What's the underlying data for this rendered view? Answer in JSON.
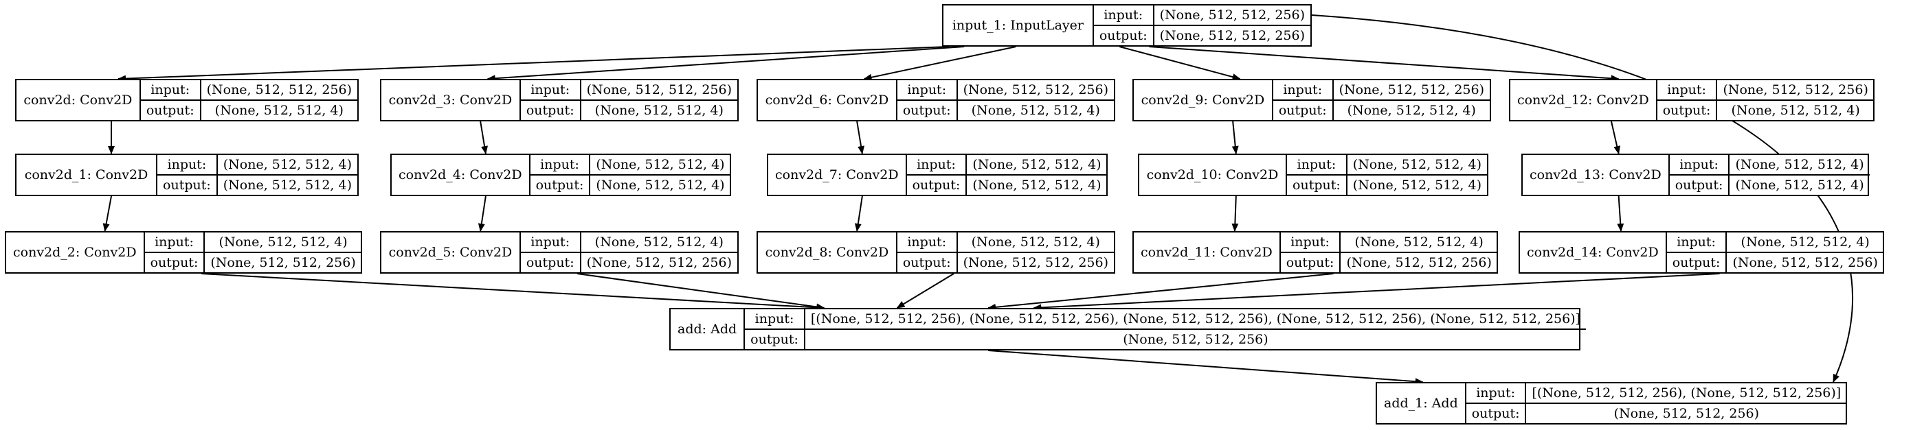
{
  "io_labels": {
    "input": "input:",
    "output": "output:"
  },
  "nodes": {
    "input_1": {
      "name": "input_1: InputLayer",
      "input": "(None, 512, 512, 256)",
      "output": "(None, 512, 512, 256)"
    },
    "conv2d": {
      "name": "conv2d: Conv2D",
      "input": "(None, 512, 512, 256)",
      "output": "(None, 512, 512, 4)"
    },
    "conv2d_1": {
      "name": "conv2d_1: Conv2D",
      "input": "(None, 512, 512, 4)",
      "output": "(None, 512, 512, 4)"
    },
    "conv2d_2": {
      "name": "conv2d_2: Conv2D",
      "input": "(None, 512, 512, 4)",
      "output": "(None, 512, 512, 256)"
    },
    "conv2d_3": {
      "name": "conv2d_3: Conv2D",
      "input": "(None, 512, 512, 256)",
      "output": "(None, 512, 512, 4)"
    },
    "conv2d_4": {
      "name": "conv2d_4: Conv2D",
      "input": "(None, 512, 512, 4)",
      "output": "(None, 512, 512, 4)"
    },
    "conv2d_5": {
      "name": "conv2d_5: Conv2D",
      "input": "(None, 512, 512, 4)",
      "output": "(None, 512, 512, 256)"
    },
    "conv2d_6": {
      "name": "conv2d_6: Conv2D",
      "input": "(None, 512, 512, 256)",
      "output": "(None, 512, 512, 4)"
    },
    "conv2d_7": {
      "name": "conv2d_7: Conv2D",
      "input": "(None, 512, 512, 4)",
      "output": "(None, 512, 512, 4)"
    },
    "conv2d_8": {
      "name": "conv2d_8: Conv2D",
      "input": "(None, 512, 512, 4)",
      "output": "(None, 512, 512, 256)"
    },
    "conv2d_9": {
      "name": "conv2d_9: Conv2D",
      "input": "(None, 512, 512, 256)",
      "output": "(None, 512, 512, 4)"
    },
    "conv2d_10": {
      "name": "conv2d_10: Conv2D",
      "input": "(None, 512, 512, 4)",
      "output": "(None, 512, 512, 4)"
    },
    "conv2d_11": {
      "name": "conv2d_11: Conv2D",
      "input": "(None, 512, 512, 4)",
      "output": "(None, 512, 512, 256)"
    },
    "conv2d_12": {
      "name": "conv2d_12: Conv2D",
      "input": "(None, 512, 512, 256)",
      "output": "(None, 512, 512, 4)"
    },
    "conv2d_13": {
      "name": "conv2d_13: Conv2D",
      "input": "(None, 512, 512, 4)",
      "output": "(None, 512, 512, 4)"
    },
    "conv2d_14": {
      "name": "conv2d_14: Conv2D",
      "input": "(None, 512, 512, 4)",
      "output": "(None, 512, 512, 256)"
    },
    "add": {
      "name": "add: Add",
      "input": "[(None, 512, 512, 256), (None, 512, 512, 256), (None, 512, 512, 256), (None, 512, 512, 256), (None, 512, 512, 256)]",
      "output": "(None, 512, 512, 256)"
    },
    "add_1": {
      "name": "add_1: Add",
      "input": "[(None, 512, 512, 256), (None, 512, 512, 256)]",
      "output": "(None, 512, 512, 256)"
    }
  },
  "edges": [
    [
      "input_1",
      "conv2d"
    ],
    [
      "input_1",
      "conv2d_3"
    ],
    [
      "input_1",
      "conv2d_6"
    ],
    [
      "input_1",
      "conv2d_9"
    ],
    [
      "input_1",
      "conv2d_12"
    ],
    [
      "input_1",
      "add_1"
    ],
    [
      "conv2d",
      "conv2d_1"
    ],
    [
      "conv2d_1",
      "conv2d_2"
    ],
    [
      "conv2d_3",
      "conv2d_4"
    ],
    [
      "conv2d_4",
      "conv2d_5"
    ],
    [
      "conv2d_6",
      "conv2d_7"
    ],
    [
      "conv2d_7",
      "conv2d_8"
    ],
    [
      "conv2d_9",
      "conv2d_10"
    ],
    [
      "conv2d_10",
      "conv2d_11"
    ],
    [
      "conv2d_12",
      "conv2d_13"
    ],
    [
      "conv2d_13",
      "conv2d_14"
    ],
    [
      "conv2d_2",
      "add"
    ],
    [
      "conv2d_5",
      "add"
    ],
    [
      "conv2d_8",
      "add"
    ],
    [
      "conv2d_11",
      "add"
    ],
    [
      "conv2d_14",
      "add"
    ],
    [
      "add",
      "add_1"
    ]
  ]
}
